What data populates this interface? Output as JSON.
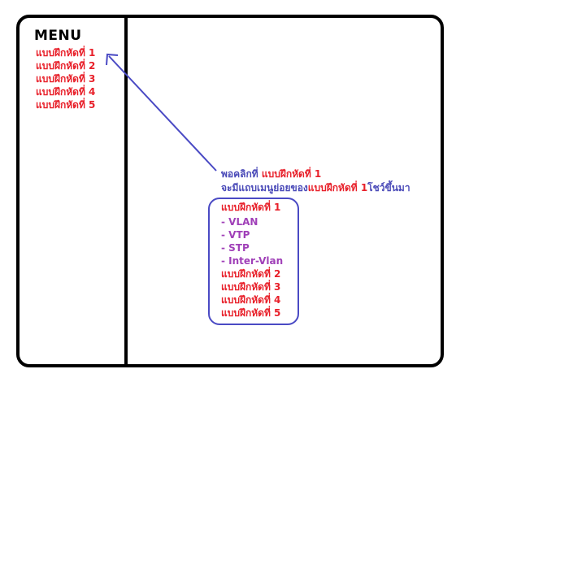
{
  "menu": {
    "title": "MENU",
    "items": [
      "แบบฝึกหัดที่ 1",
      "แบบฝึกหัดที่ 2",
      "แบบฝึกหัดที่ 3",
      "แบบฝึกหัดที่ 4",
      "แบบฝึกหัดที่ 5"
    ]
  },
  "annotation": {
    "line1_prefix": "พอคลิกที่ ",
    "line1_highlight": "แบบฝึกหัดที่ 1",
    "line2_prefix": "จะมีแถบเมนูย่อยของ",
    "line2_highlight": "แบบฝึกหัดที่ 1",
    "line2_suffix": "โชว์ขึ้นมา"
  },
  "submenu": {
    "expanded_item": "แบบฝึกหัดที่ 1",
    "sub_items": [
      "- VLAN",
      "- VTP",
      "- STP",
      "- Inter-Vlan"
    ],
    "other_items": [
      "แบบฝึกหัดที่ 2",
      "แบบฝึกหัดที่ 3",
      "แบบฝึกหัดที่ 4",
      "แบบฝึกหัดที่ 5"
    ]
  },
  "colors": {
    "frame": "#000000",
    "menu_text": "#e8202a",
    "annotation_text": "#4a4ab8",
    "sub_item_text": "#a040b8",
    "arrow": "#4a4ac4"
  }
}
